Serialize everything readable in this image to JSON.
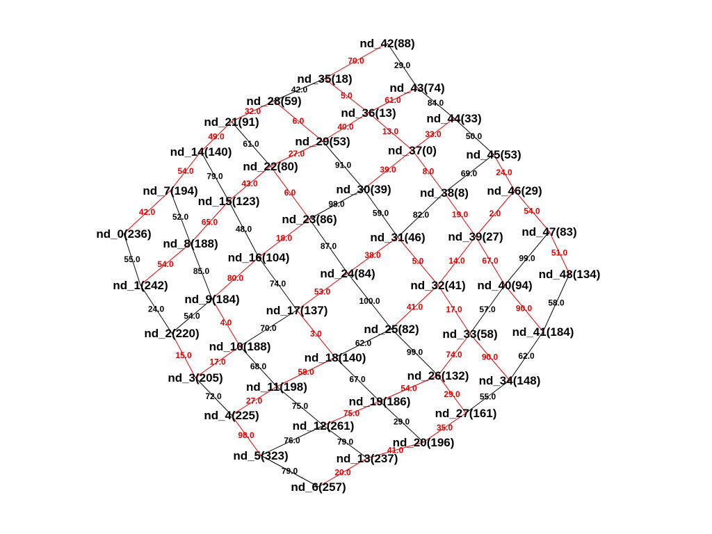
{
  "colors": {
    "default_edge": "#000000",
    "highlight_edge": "#e00000",
    "default_label": "#000000",
    "highlight_label": "#e00000"
  },
  "nodes": [
    {
      "id": "nd_0",
      "label": "nd_0(236)"
    },
    {
      "id": "nd_1",
      "label": "nd_1(242)"
    },
    {
      "id": "nd_2",
      "label": "nd_2(220)"
    },
    {
      "id": "nd_3",
      "label": "nd_3(205)"
    },
    {
      "id": "nd_4",
      "label": "nd_4(225)"
    },
    {
      "id": "nd_5",
      "label": "nd_5(323)"
    },
    {
      "id": "nd_6",
      "label": "nd_6(257)"
    },
    {
      "id": "nd_7",
      "label": "nd_7(194)"
    },
    {
      "id": "nd_8",
      "label": "nd_8(188)"
    },
    {
      "id": "nd_9",
      "label": "nd_9(184)"
    },
    {
      "id": "nd_10",
      "label": "nd_10(188)"
    },
    {
      "id": "nd_11",
      "label": "nd_11(198)"
    },
    {
      "id": "nd_12",
      "label": "nd_12(261)"
    },
    {
      "id": "nd_13",
      "label": "nd_13(237)"
    },
    {
      "id": "nd_14",
      "label": "nd_14(140)"
    },
    {
      "id": "nd_15",
      "label": "nd_15(123)"
    },
    {
      "id": "nd_16",
      "label": "nd_16(104)"
    },
    {
      "id": "nd_17",
      "label": "nd_17(137)"
    },
    {
      "id": "nd_18",
      "label": "nd_18(140)"
    },
    {
      "id": "nd_19",
      "label": "nd_19(186)"
    },
    {
      "id": "nd_20",
      "label": "nd_20(196)"
    },
    {
      "id": "nd_21",
      "label": "nd_21(91)"
    },
    {
      "id": "nd_22",
      "label": "nd_22(80)"
    },
    {
      "id": "nd_23",
      "label": "nd_23(86)"
    },
    {
      "id": "nd_24",
      "label": "nd_24(84)"
    },
    {
      "id": "nd_25",
      "label": "nd_25(82)"
    },
    {
      "id": "nd_26",
      "label": "nd_26(132)"
    },
    {
      "id": "nd_27",
      "label": "nd_27(161)"
    },
    {
      "id": "nd_28",
      "label": "nd_28(59)"
    },
    {
      "id": "nd_29",
      "label": "nd_29(53)"
    },
    {
      "id": "nd_30",
      "label": "nd_30(39)"
    },
    {
      "id": "nd_31",
      "label": "nd_31(46)"
    },
    {
      "id": "nd_32",
      "label": "nd_32(41)"
    },
    {
      "id": "nd_33",
      "label": "nd_33(58)"
    },
    {
      "id": "nd_34",
      "label": "nd_34(148)"
    },
    {
      "id": "nd_35",
      "label": "nd_35(18)"
    },
    {
      "id": "nd_36",
      "label": "nd_36(13)"
    },
    {
      "id": "nd_37",
      "label": "nd_37(0)"
    },
    {
      "id": "nd_38",
      "label": "nd_38(8)"
    },
    {
      "id": "nd_39",
      "label": "nd_39(27)"
    },
    {
      "id": "nd_40",
      "label": "nd_40(94)"
    },
    {
      "id": "nd_41",
      "label": "nd_41(184)"
    },
    {
      "id": "nd_42",
      "label": "nd_42(88)"
    },
    {
      "id": "nd_43",
      "label": "nd_43(74)"
    },
    {
      "id": "nd_44",
      "label": "nd_44(33)"
    },
    {
      "id": "nd_45",
      "label": "nd_45(53)"
    },
    {
      "id": "nd_46",
      "label": "nd_46(29)"
    },
    {
      "id": "nd_47",
      "label": "nd_47(83)"
    },
    {
      "id": "nd_48",
      "label": "nd_48(134)"
    }
  ],
  "edges": [
    {
      "from": "nd_0",
      "to": "nd_1",
      "weight": "55.0",
      "highlight": false
    },
    {
      "from": "nd_1",
      "to": "nd_2",
      "weight": "24.0",
      "highlight": false
    },
    {
      "from": "nd_2",
      "to": "nd_3",
      "weight": "15.0",
      "highlight": true
    },
    {
      "from": "nd_3",
      "to": "nd_4",
      "weight": "72.0",
      "highlight": false
    },
    {
      "from": "nd_4",
      "to": "nd_5",
      "weight": "98.0",
      "highlight": true
    },
    {
      "from": "nd_5",
      "to": "nd_6",
      "weight": "79.0",
      "highlight": false
    },
    {
      "from": "nd_7",
      "to": "nd_8",
      "weight": "52.0",
      "highlight": false
    },
    {
      "from": "nd_8",
      "to": "nd_9",
      "weight": "85.0",
      "highlight": false
    },
    {
      "from": "nd_9",
      "to": "nd_10",
      "weight": "4.0",
      "highlight": true
    },
    {
      "from": "nd_10",
      "to": "nd_11",
      "weight": "68.0",
      "highlight": false
    },
    {
      "from": "nd_11",
      "to": "nd_12",
      "weight": "75.0",
      "highlight": false
    },
    {
      "from": "nd_12",
      "to": "nd_13",
      "weight": "79.0",
      "highlight": false
    },
    {
      "from": "nd_14",
      "to": "nd_15",
      "weight": "79.0",
      "highlight": false
    },
    {
      "from": "nd_15",
      "to": "nd_16",
      "weight": "48.0",
      "highlight": false
    },
    {
      "from": "nd_16",
      "to": "nd_17",
      "weight": "74.0",
      "highlight": false
    },
    {
      "from": "nd_17",
      "to": "nd_18",
      "weight": "3.0",
      "highlight": true
    },
    {
      "from": "nd_18",
      "to": "nd_19",
      "weight": "67.0",
      "highlight": false
    },
    {
      "from": "nd_19",
      "to": "nd_20",
      "weight": "29.0",
      "highlight": false
    },
    {
      "from": "nd_21",
      "to": "nd_22",
      "weight": "61.0",
      "highlight": false
    },
    {
      "from": "nd_22",
      "to": "nd_23",
      "weight": "6.0",
      "highlight": true
    },
    {
      "from": "nd_23",
      "to": "nd_24",
      "weight": "87.0",
      "highlight": false
    },
    {
      "from": "nd_24",
      "to": "nd_25",
      "weight": "100.0",
      "highlight": false
    },
    {
      "from": "nd_25",
      "to": "nd_26",
      "weight": "99.0",
      "highlight": false
    },
    {
      "from": "nd_26",
      "to": "nd_27",
      "weight": "29.0",
      "highlight": true
    },
    {
      "from": "nd_28",
      "to": "nd_29",
      "weight": "6.0",
      "highlight": true
    },
    {
      "from": "nd_29",
      "to": "nd_30",
      "weight": "91.0",
      "highlight": false
    },
    {
      "from": "nd_30",
      "to": "nd_31",
      "weight": "59.0",
      "highlight": false
    },
    {
      "from": "nd_31",
      "to": "nd_32",
      "weight": "5.0",
      "highlight": true
    },
    {
      "from": "nd_32",
      "to": "nd_33",
      "weight": "17.0",
      "highlight": true
    },
    {
      "from": "nd_33",
      "to": "nd_34",
      "weight": "90.0",
      "highlight": true
    },
    {
      "from": "nd_35",
      "to": "nd_36",
      "weight": "5.0",
      "highlight": true
    },
    {
      "from": "nd_36",
      "to": "nd_37",
      "weight": "13.0",
      "highlight": true
    },
    {
      "from": "nd_37",
      "to": "nd_38",
      "weight": "8.0",
      "highlight": true
    },
    {
      "from": "nd_38",
      "to": "nd_39",
      "weight": "19.0",
      "highlight": true
    },
    {
      "from": "nd_39",
      "to": "nd_40",
      "weight": "67.0",
      "highlight": true
    },
    {
      "from": "nd_40",
      "to": "nd_41",
      "weight": "90.0",
      "highlight": true
    },
    {
      "from": "nd_42",
      "to": "nd_43",
      "weight": "29.0",
      "highlight": false
    },
    {
      "from": "nd_43",
      "to": "nd_44",
      "weight": "84.0",
      "highlight": false
    },
    {
      "from": "nd_44",
      "to": "nd_45",
      "weight": "50.0",
      "highlight": false
    },
    {
      "from": "nd_45",
      "to": "nd_46",
      "weight": "24.0",
      "highlight": true
    },
    {
      "from": "nd_46",
      "to": "nd_47",
      "weight": "54.0",
      "highlight": true
    },
    {
      "from": "nd_47",
      "to": "nd_48",
      "weight": "51.0",
      "highlight": true
    },
    {
      "from": "nd_0",
      "to": "nd_7",
      "weight": "42.0",
      "highlight": true
    },
    {
      "from": "nd_7",
      "to": "nd_14",
      "weight": "54.0",
      "highlight": true
    },
    {
      "from": "nd_14",
      "to": "nd_21",
      "weight": "49.0",
      "highlight": true
    },
    {
      "from": "nd_21",
      "to": "nd_28",
      "weight": "32.0",
      "highlight": true
    },
    {
      "from": "nd_28",
      "to": "nd_35",
      "weight": "42.0",
      "highlight": false
    },
    {
      "from": "nd_35",
      "to": "nd_42",
      "weight": "70.0",
      "highlight": true
    },
    {
      "from": "nd_1",
      "to": "nd_8",
      "weight": "54.0",
      "highlight": true
    },
    {
      "from": "nd_8",
      "to": "nd_15",
      "weight": "65.0",
      "highlight": true
    },
    {
      "from": "nd_15",
      "to": "nd_22",
      "weight": "43.0",
      "highlight": true
    },
    {
      "from": "nd_22",
      "to": "nd_29",
      "weight": "27.0",
      "highlight": true
    },
    {
      "from": "nd_29",
      "to": "nd_36",
      "weight": "40.0",
      "highlight": true
    },
    {
      "from": "nd_36",
      "to": "nd_43",
      "weight": "61.0",
      "highlight": true
    },
    {
      "from": "nd_2",
      "to": "nd_9",
      "weight": "54.0",
      "highlight": false
    },
    {
      "from": "nd_9",
      "to": "nd_16",
      "weight": "80.0",
      "highlight": true
    },
    {
      "from": "nd_16",
      "to": "nd_23",
      "weight": "18.0",
      "highlight": true
    },
    {
      "from": "nd_23",
      "to": "nd_30",
      "weight": "98.0",
      "highlight": false
    },
    {
      "from": "nd_30",
      "to": "nd_37",
      "weight": "39.0",
      "highlight": true
    },
    {
      "from": "nd_37",
      "to": "nd_44",
      "weight": "33.0",
      "highlight": true
    },
    {
      "from": "nd_3",
      "to": "nd_10",
      "weight": "17.0",
      "highlight": true
    },
    {
      "from": "nd_10",
      "to": "nd_17",
      "weight": "70.0",
      "highlight": false
    },
    {
      "from": "nd_17",
      "to": "nd_24",
      "weight": "53.0",
      "highlight": true
    },
    {
      "from": "nd_24",
      "to": "nd_31",
      "weight": "38.0",
      "highlight": true
    },
    {
      "from": "nd_31",
      "to": "nd_38",
      "weight": "82.0",
      "highlight": false
    },
    {
      "from": "nd_38",
      "to": "nd_45",
      "weight": "69.0",
      "highlight": false
    },
    {
      "from": "nd_4",
      "to": "nd_11",
      "weight": "27.0",
      "highlight": true
    },
    {
      "from": "nd_11",
      "to": "nd_18",
      "weight": "58.0",
      "highlight": true
    },
    {
      "from": "nd_18",
      "to": "nd_25",
      "weight": "62.0",
      "highlight": false
    },
    {
      "from": "nd_25",
      "to": "nd_32",
      "weight": "41.0",
      "highlight": true
    },
    {
      "from": "nd_32",
      "to": "nd_39",
      "weight": "14.0",
      "highlight": true
    },
    {
      "from": "nd_39",
      "to": "nd_46",
      "weight": "2.0",
      "highlight": true
    },
    {
      "from": "nd_5",
      "to": "nd_12",
      "weight": "76.0",
      "highlight": false
    },
    {
      "from": "nd_12",
      "to": "nd_19",
      "weight": "75.0",
      "highlight": true
    },
    {
      "from": "nd_19",
      "to": "nd_26",
      "weight": "54.0",
      "highlight": true
    },
    {
      "from": "nd_26",
      "to": "nd_33",
      "weight": "74.0",
      "highlight": true
    },
    {
      "from": "nd_33",
      "to": "nd_40",
      "weight": "57.0",
      "highlight": false
    },
    {
      "from": "nd_40",
      "to": "nd_47",
      "weight": "99.0",
      "highlight": false
    },
    {
      "from": "nd_6",
      "to": "nd_13",
      "weight": "20.0",
      "highlight": true
    },
    {
      "from": "nd_13",
      "to": "nd_20",
      "weight": "41.0",
      "highlight": true
    },
    {
      "from": "nd_20",
      "to": "nd_27",
      "weight": "35.0",
      "highlight": true
    },
    {
      "from": "nd_27",
      "to": "nd_34",
      "weight": "55.0",
      "highlight": false
    },
    {
      "from": "nd_34",
      "to": "nd_41",
      "weight": "62.0",
      "highlight": false
    },
    {
      "from": "nd_41",
      "to": "nd_48",
      "weight": "58.0",
      "highlight": false
    }
  ]
}
